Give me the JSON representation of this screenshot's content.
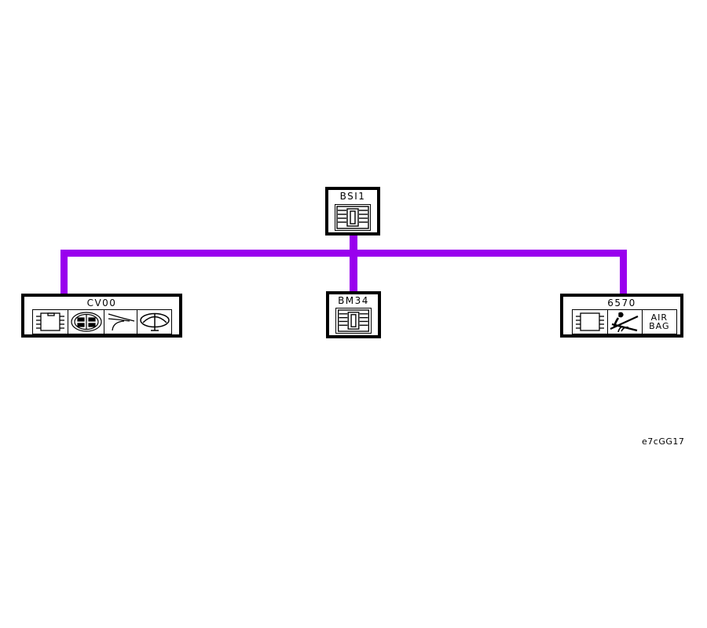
{
  "diagram": {
    "type": "automotive-wiring-network",
    "bus_color": "#9900ee",
    "line_color": "#000000",
    "background": "#ffffff",
    "reference_code": "e7cGG17"
  },
  "nodes": [
    {
      "id": "bsi1",
      "label": "BSI1",
      "role": "built-in-systems-interface",
      "icons": [
        {
          "name": "fuse-box-icon",
          "kind": "fusebox"
        }
      ]
    },
    {
      "id": "cv00",
      "label": "CV00",
      "role": "steering-column-module",
      "icons": [
        {
          "name": "ecu-chip-icon",
          "kind": "chip"
        },
        {
          "name": "rotary-connector-icon",
          "kind": "rotary"
        },
        {
          "name": "harness-arc-icon",
          "kind": "arc"
        },
        {
          "name": "steering-wheel-icon",
          "kind": "wheel"
        }
      ]
    },
    {
      "id": "bm34",
      "label": "BM34",
      "role": "engine-fuse-relay-box",
      "icons": [
        {
          "name": "fuse-box-icon",
          "kind": "fusebox"
        }
      ]
    },
    {
      "id": "node6570",
      "label": "6570",
      "role": "airbag-control-unit",
      "icons": [
        {
          "name": "ecu-chip-icon",
          "kind": "chip"
        },
        {
          "name": "occupant-impact-icon",
          "kind": "impact"
        },
        {
          "name": "air-bag-label",
          "kind": "text",
          "line1": "AIR",
          "line2": "BAG"
        }
      ]
    }
  ],
  "bus": {
    "name": "multiplex-bus",
    "trunk_label": "",
    "branches": [
      "cv00",
      "bm34",
      "node6570"
    ],
    "source": "bsi1"
  }
}
